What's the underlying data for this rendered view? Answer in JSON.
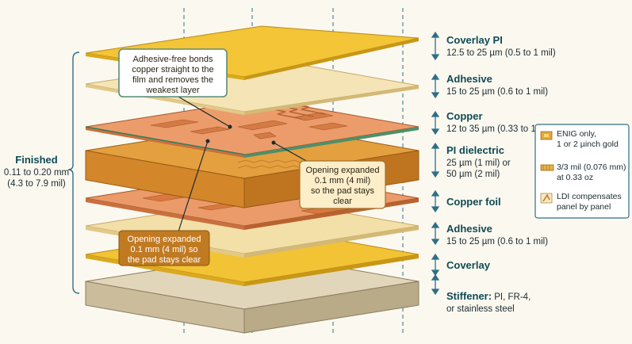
{
  "layers": [
    {
      "title": "Coverlay PI",
      "sub1": "12.5 to 25 µm (0.5 to 1 mil)",
      "sub2": ""
    },
    {
      "title": "Adhesive",
      "sub1": "15 to 25 µm (0.6 to 1 mil)",
      "sub2": ""
    },
    {
      "title": "Copper",
      "sub1": "12 to 35 µm (0.33 to 1",
      "sub2": ""
    },
    {
      "title": "PI dielectric",
      "sub1": "25 µm (1 mil) or",
      "sub2": "50 µm (2 mil)"
    },
    {
      "title": "Copper foil",
      "sub1": "",
      "sub2": ""
    },
    {
      "title": "Adhesive",
      "sub1": "15 to 25 µm (0.6 to 1 mil)",
      "sub2": ""
    },
    {
      "title": "Coverlay",
      "sub1": "",
      "sub2": ""
    },
    {
      "title": "Stiffener:",
      "title_rest": " PI, FR-4,",
      "sub1": "or stainless steel",
      "sub2": ""
    }
  ],
  "finished": {
    "title": "Finished",
    "line1": "0.11 to 0.20 mm",
    "line2": "(4.3 to 7.9 mil)"
  },
  "callouts": {
    "adhesive_free": [
      "Adhesive-free bonds",
      "copper straight to the",
      "film and removes the",
      "weakest layer"
    ],
    "opening_right": [
      "Opening expanded",
      "0.1 mm (4 mil)",
      "so the pad stays",
      "clear"
    ],
    "opening_left": [
      "Opening expanded",
      "0.1 mm (4 mil) so",
      "the pad stays clear"
    ]
  },
  "legend": [
    {
      "icon": "gold-pad-icon",
      "line1": "ENIG only,",
      "line2": "1 or 2 µinch gold"
    },
    {
      "icon": "trace-icon",
      "line1": "3/3 mil (0.076 mm)",
      "line2": "at 0.33 oz"
    },
    {
      "icon": "laser-icon",
      "line1": "LDI compensates",
      "line2": "panel by panel"
    }
  ],
  "colors": {
    "teal": "#0f4a55",
    "coverlay": "#f2c335",
    "adhesive": "#f3dfa8",
    "copper": "#e8905a",
    "pi": "#d9892c",
    "stiffener": "#d8ccb0"
  }
}
